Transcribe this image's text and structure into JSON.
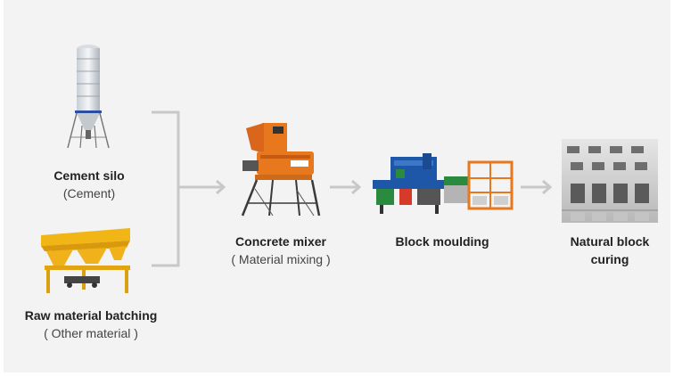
{
  "cement_silo": {
    "title": "Cement silo",
    "subtitle": "(Cement)"
  },
  "batching": {
    "title": "Raw material batching",
    "subtitle": "( Other material )"
  },
  "mixer": {
    "title": "Concrete mixer",
    "subtitle": "( Material mixing )"
  },
  "moulding": {
    "title": "Block moulding"
  },
  "curing": {
    "title_line1": "Natural block",
    "title_line2": "curing"
  },
  "colors": {
    "connector": "#c8c8c8",
    "machine_orange": "#e8781e",
    "machine_blue": "#1f57a8",
    "machine_green": "#2a8a3e",
    "batcher_yellow": "#f2b516",
    "block_grey": "#bdbdbd"
  }
}
